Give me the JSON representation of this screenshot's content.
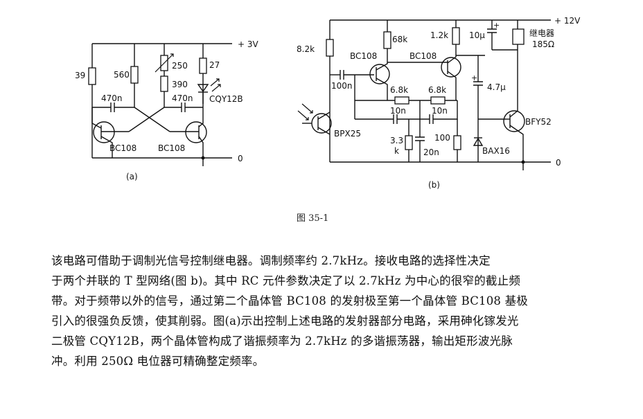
{
  "circuit_a": {
    "supply_label": "+ 3V",
    "ground_label": "0",
    "panel_label": "(a)",
    "r1": "39",
    "r2": "560",
    "pot": "250",
    "r3": "390",
    "r4": "27",
    "cap_left": "470n",
    "cap_right": "470n",
    "led": "CQY12B",
    "transistor_left": "BC108",
    "transistor_right": "BC108"
  },
  "circuit_b": {
    "supply_label": "+ 12V",
    "ground_label": "0",
    "panel_label": "(b)",
    "r_bias": "8.2k",
    "r_c1": "68k",
    "r_c2": "1.2k",
    "cap_10u": "10μ",
    "relay_label": "继电器",
    "relay_value": "185Ω",
    "t1": "BC108",
    "t2": "BC108",
    "cap_in": "100n",
    "r_t1": "6.8k",
    "r_t2": "6.8k",
    "cap_47u": "4.7μ",
    "c_t1": "10n",
    "c_t2": "10n",
    "photo": "BPX25",
    "r_33a": "3.3",
    "r_33b": "k",
    "c_20n": "20n",
    "r_100": "100",
    "diode": "BAX16",
    "t_out": "BFY52"
  },
  "caption": "图 35-1",
  "paragraph": [
    "该电路可借助于调制光信号控制继电器。调制频率约 2.7kHz。接收电路的选择性决定",
    "于两个并联的 T 型网络(图 b)。其中 RC 元件参数决定了以 2.7kHz 为中心的很窄的截止频",
    "带。对于频带以外的信号，通过第二个晶体管 BC108 的发射极至第一个晶体管 BC108 基极",
    "引入的很强负反馈，使其削弱。图(a)示出控制上述电路的发射器部分电路，采用砷化镓发光",
    "二极管 CQY12B，两个晶体管构成了谐振频率为 2.7kHz 的多谐振荡器，输出矩形波光脉",
    "冲。利用 250Ω 电位器可精确整定频率。"
  ]
}
